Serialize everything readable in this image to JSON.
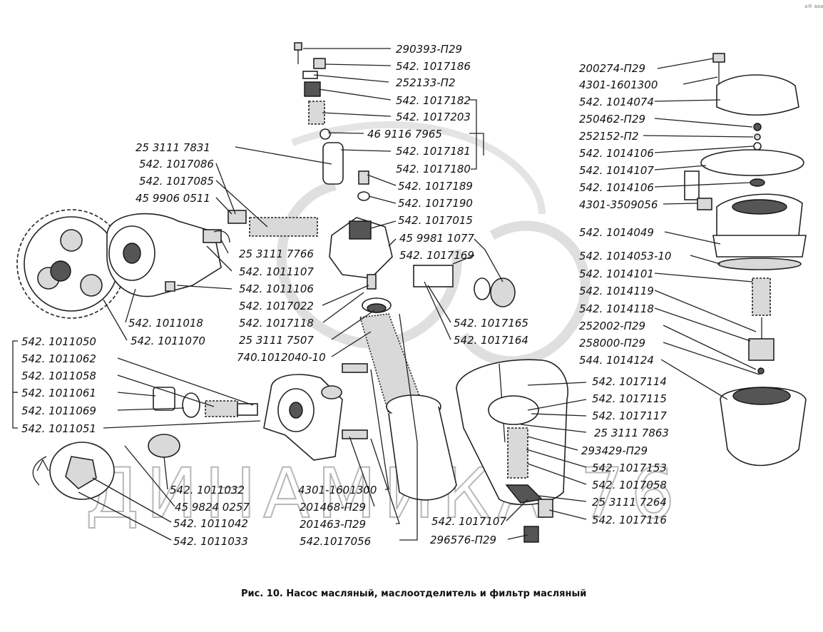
{
  "corner_mark": "a® aaa",
  "watermark": "ДИНАМИКА 76",
  "caption": "Рис. 10. Насос масляный, маслоотделитель и фильтр масляный",
  "labels": {
    "l01": "290393-П29",
    "l02": "542. 1017186",
    "l03": "252133-П2",
    "l04": "542. 1017182",
    "l05": "542. 1017203",
    "l06": "46 9116 7965",
    "l07": "542. 1017181",
    "l08": "542. 1017180",
    "l09": "25 3111 7831",
    "l10": "542. 1017086",
    "l11": "542. 1017085",
    "l12": "45 9906 0511",
    "l13": "542. 1017189",
    "l14": "542. 1017190",
    "l15": "542. 1017015",
    "l16": "45 9981 1077",
    "l17": "542. 1017169",
    "l18": "25 3111 7766",
    "l19": "542. 1011107",
    "l20": "542. 1011106",
    "l21": "542. 1017022",
    "l22": "542. 1017118",
    "l23": "25 3111 7507",
    "l24": "740.1012040-10",
    "l25": "542. 1017165",
    "l26": "542. 1017164",
    "l27": "542. 1011018",
    "l28": "542. 1011070",
    "l29": "542. 1011050",
    "l30": "542. 1011062",
    "l31": "542. 1011058",
    "l32": "542. 1011061",
    "l33": "542. 1011069",
    "l34": "542. 1011051",
    "l35": "542. 1011032",
    "l36": "45 9824 0257",
    "l37": "542. 1011042",
    "l38": "542. 1011033",
    "l39": "4301-1601300",
    "l40": "201468-П29",
    "l41": "201463-П29",
    "l42": "542.1017056",
    "l43": "542. 1017107",
    "l44": "296576-П29",
    "l45": "542. 1017114",
    "l46": "542. 1017115",
    "l47": "542. 1017117",
    "l48": "25 3111 7863",
    "l49": "293429-П29",
    "l50": "542. 1017153",
    "l51": "542. 1017058",
    "l52": "25 3111 7264",
    "l53": "542. 1017116",
    "l54": "200274-П29",
    "l55": "4301-1601300",
    "l56": "542. 1014074",
    "l57": "250462-П29",
    "l58": "252152-П2",
    "l59": "542. 1014106",
    "l60": "542. 1014107",
    "l61": "542. 1014106",
    "l62": "4301-3509056",
    "l63": "542. 1014049",
    "l64": "542. 1014053-10",
    "l65": "542. 1014101",
    "l66": "542. 1014119",
    "l67": "542. 1014118",
    "l68": "252002-П29",
    "l69": "258000-П29",
    "l70": "544. 1014124"
  }
}
